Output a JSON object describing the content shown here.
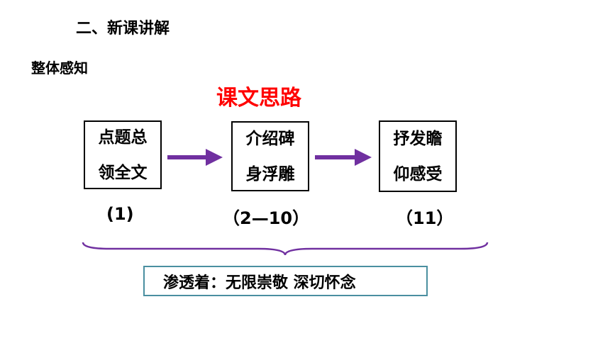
{
  "header": {
    "section_title": "二、新课讲解",
    "subtitle": "整体感知"
  },
  "main_title": "课文思路",
  "flow": [
    {
      "line1": "点题总",
      "line2": "领全文",
      "paragraphs": "(1)"
    },
    {
      "line1": "介绍碑",
      "line2": "身浮雕",
      "paragraphs": "（2—10）"
    },
    {
      "line1": "抒发瞻",
      "line2": "仰感受",
      "paragraphs": "（11）"
    }
  ],
  "summary": "渗透着：无限崇敬  深切怀念",
  "colors": {
    "title_red": "#ff0000",
    "arrow_purple": "#7030a0",
    "summary_border": "#4a8fa0"
  },
  "icons": [
    "right-arrow-icon",
    "right-arrow-icon",
    "curly-brace-icon"
  ]
}
